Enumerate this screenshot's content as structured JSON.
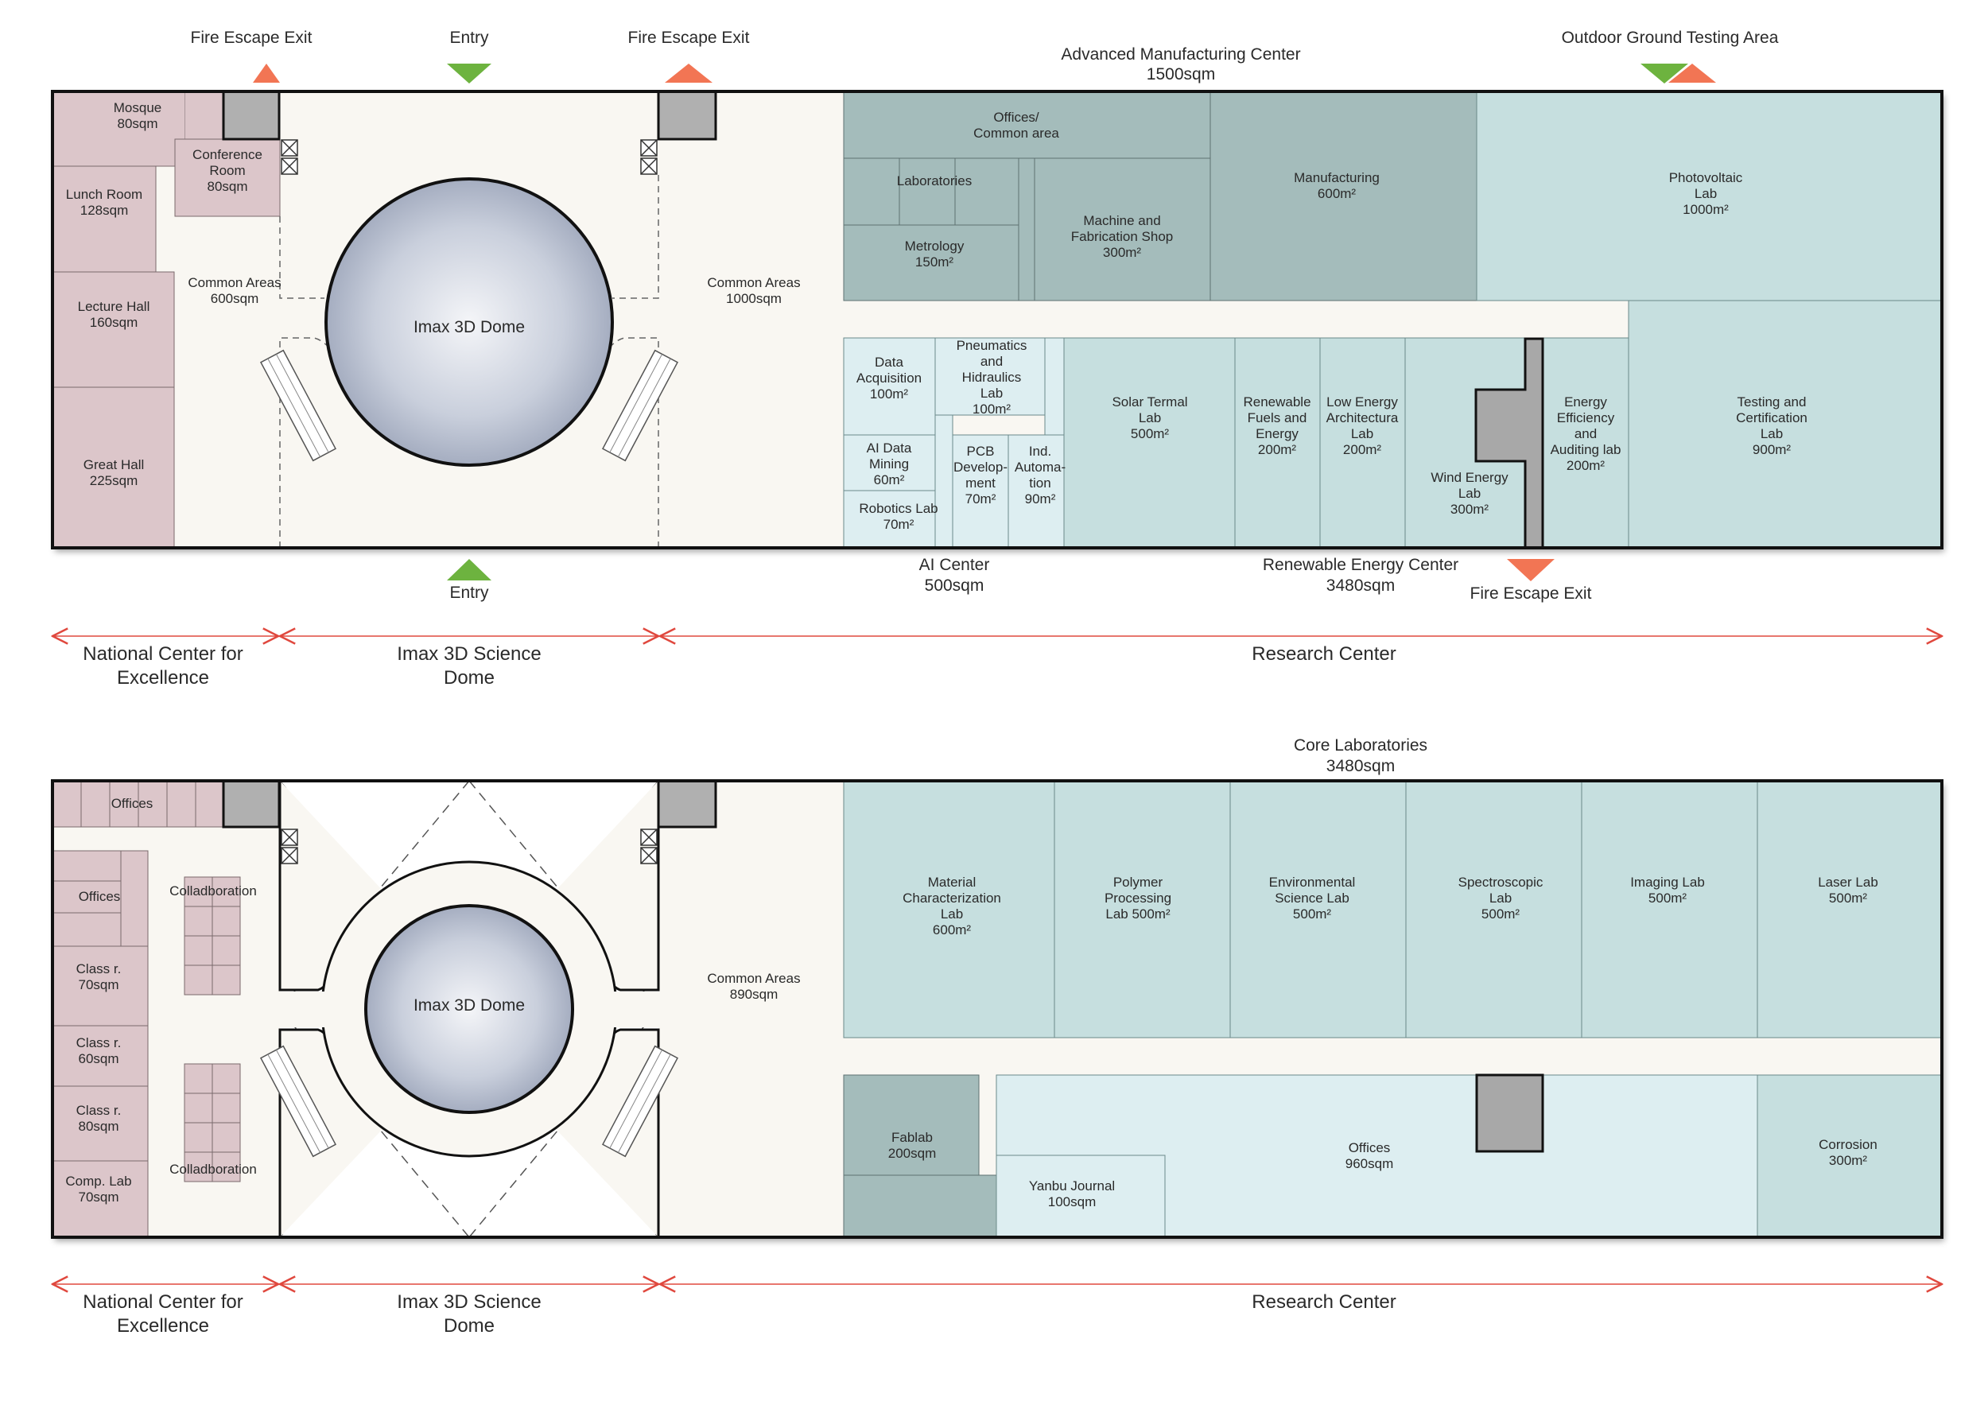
{
  "colors": {
    "nce": "#dcc6ca",
    "common": "#f9f7f2",
    "manufacturing": "#a4bcbb",
    "ai": "#ddeef1",
    "renewable": "#c6dfdf",
    "core": "#c6dfdf",
    "offices2": "#ddeef1",
    "core_tile": "#c2c2c2",
    "arrow_green": "#6db33f",
    "arrow_orange": "#f27554",
    "dim_red": "#e0483e",
    "outline": "#111111"
  },
  "top": {
    "markers": {
      "fire_exit_1": "Fire Escape Exit",
      "entry_top": "Entry",
      "fire_exit_2": "Fire Escape Exit",
      "outdoor": "Outdoor Ground Testing Area",
      "entry_bottom": "Entry",
      "fire_exit_3": "Fire Escape Exit"
    },
    "headers": {
      "amc_name": "Advanced Manufacturing Center",
      "amc_area": "1500sqm",
      "ai_name": "AI Center",
      "ai_area": "500sqm",
      "rec_name": "Renewable Energy Center",
      "rec_area": "3480sqm"
    },
    "rooms": {
      "mosque": [
        "Mosque",
        "80sqm"
      ],
      "conference": [
        "Conference",
        "Room",
        "80sqm"
      ],
      "lunch": [
        "Lunch Room",
        "128sqm"
      ],
      "lecture": [
        "Lecture Hall",
        "160sqm"
      ],
      "great": [
        "Great Hall",
        "225sqm"
      ],
      "common_l": [
        "Common Areas",
        "600sqm"
      ],
      "dome": "Imax 3D Dome",
      "common_r": [
        "Common Areas",
        "1000sqm"
      ],
      "offices_common": [
        "Offices/",
        "Common area"
      ],
      "laboratories": "Laboratories",
      "metrology": [
        "Metrology",
        "150m²"
      ],
      "machine": [
        "Machine and",
        "Fabrication Shop",
        "300m²"
      ],
      "manufacturing": [
        "Manufacturing",
        "600m²"
      ],
      "photovoltaic": [
        "Photovoltaic",
        "Lab",
        "1000m²"
      ],
      "data_acq": [
        "Data",
        "Acquisition",
        "100m²"
      ],
      "pneumatics": [
        "Pneumatics",
        "and",
        "Hidraulics",
        "Lab",
        "100m²"
      ],
      "ai_data": [
        "AI Data",
        "Mining",
        "60m²"
      ],
      "pcb": [
        "PCB",
        "Develop-",
        "ment",
        "70m²"
      ],
      "ind_auto": [
        "Ind.",
        "Automa-",
        "tion",
        "90m²"
      ],
      "robotics": [
        "Robotics Lab",
        "70m²"
      ],
      "solar": [
        "Solar Termal",
        "Lab",
        "500m²"
      ],
      "renewable_fuels": [
        "Renewable",
        "Fuels and",
        "Energy",
        "200m²"
      ],
      "low_energy": [
        "Low Energy",
        "Architectura",
        "Lab",
        "200m²"
      ],
      "wind": [
        "Wind Energy",
        "Lab",
        "300m²"
      ],
      "efficiency": [
        "Energy",
        "Efficiency",
        "and",
        "Auditing lab",
        "200m²"
      ],
      "testing": [
        "Testing and",
        "Certification",
        "Lab",
        "900m²"
      ]
    },
    "zones": {
      "nce": [
        "National Center for",
        "Excellence"
      ],
      "dome": [
        "Imax 3D Science",
        "Dome"
      ],
      "research": "Research Center"
    }
  },
  "bottom": {
    "headers": {
      "core_name": "Core Laboratories",
      "core_area": "3480sqm"
    },
    "rooms": {
      "offices_top": "Offices",
      "offices_left": "Offices",
      "collab_1": "Colladboration",
      "collab_2": "Colladboration",
      "class1": [
        "Class r.",
        "70sqm"
      ],
      "class2": [
        "Class r.",
        "60sqm"
      ],
      "class3": [
        "Class r.",
        "80sqm"
      ],
      "comp_lab": [
        "Comp. Lab",
        "70sqm"
      ],
      "dome": "Imax 3D Dome",
      "common": [
        "Common Areas",
        "890sqm"
      ],
      "material": [
        "Material",
        "Characterization",
        "Lab",
        "600m²"
      ],
      "polymer": [
        "Polymer",
        "Processing",
        "Lab 500m²"
      ],
      "environmental": [
        "Environmental",
        "Science Lab",
        "500m²"
      ],
      "spectroscopic": [
        "Spectroscopic",
        "Lab",
        "500m²"
      ],
      "imaging": [
        "Imaging Lab",
        "500m²"
      ],
      "laser": [
        "Laser Lab",
        "500m²"
      ],
      "fablab": [
        "Fablab",
        "200sqm"
      ],
      "yanbu": [
        "Yanbu Journal",
        "100sqm"
      ],
      "offices_main": [
        "Offices",
        "960sqm"
      ],
      "corrosion": [
        "Corrosion",
        "300m²"
      ]
    },
    "zones": {
      "nce": [
        "National Center for",
        "Excellence"
      ],
      "dome": [
        "Imax 3D Science",
        "Dome"
      ],
      "research": "Research Center"
    }
  }
}
